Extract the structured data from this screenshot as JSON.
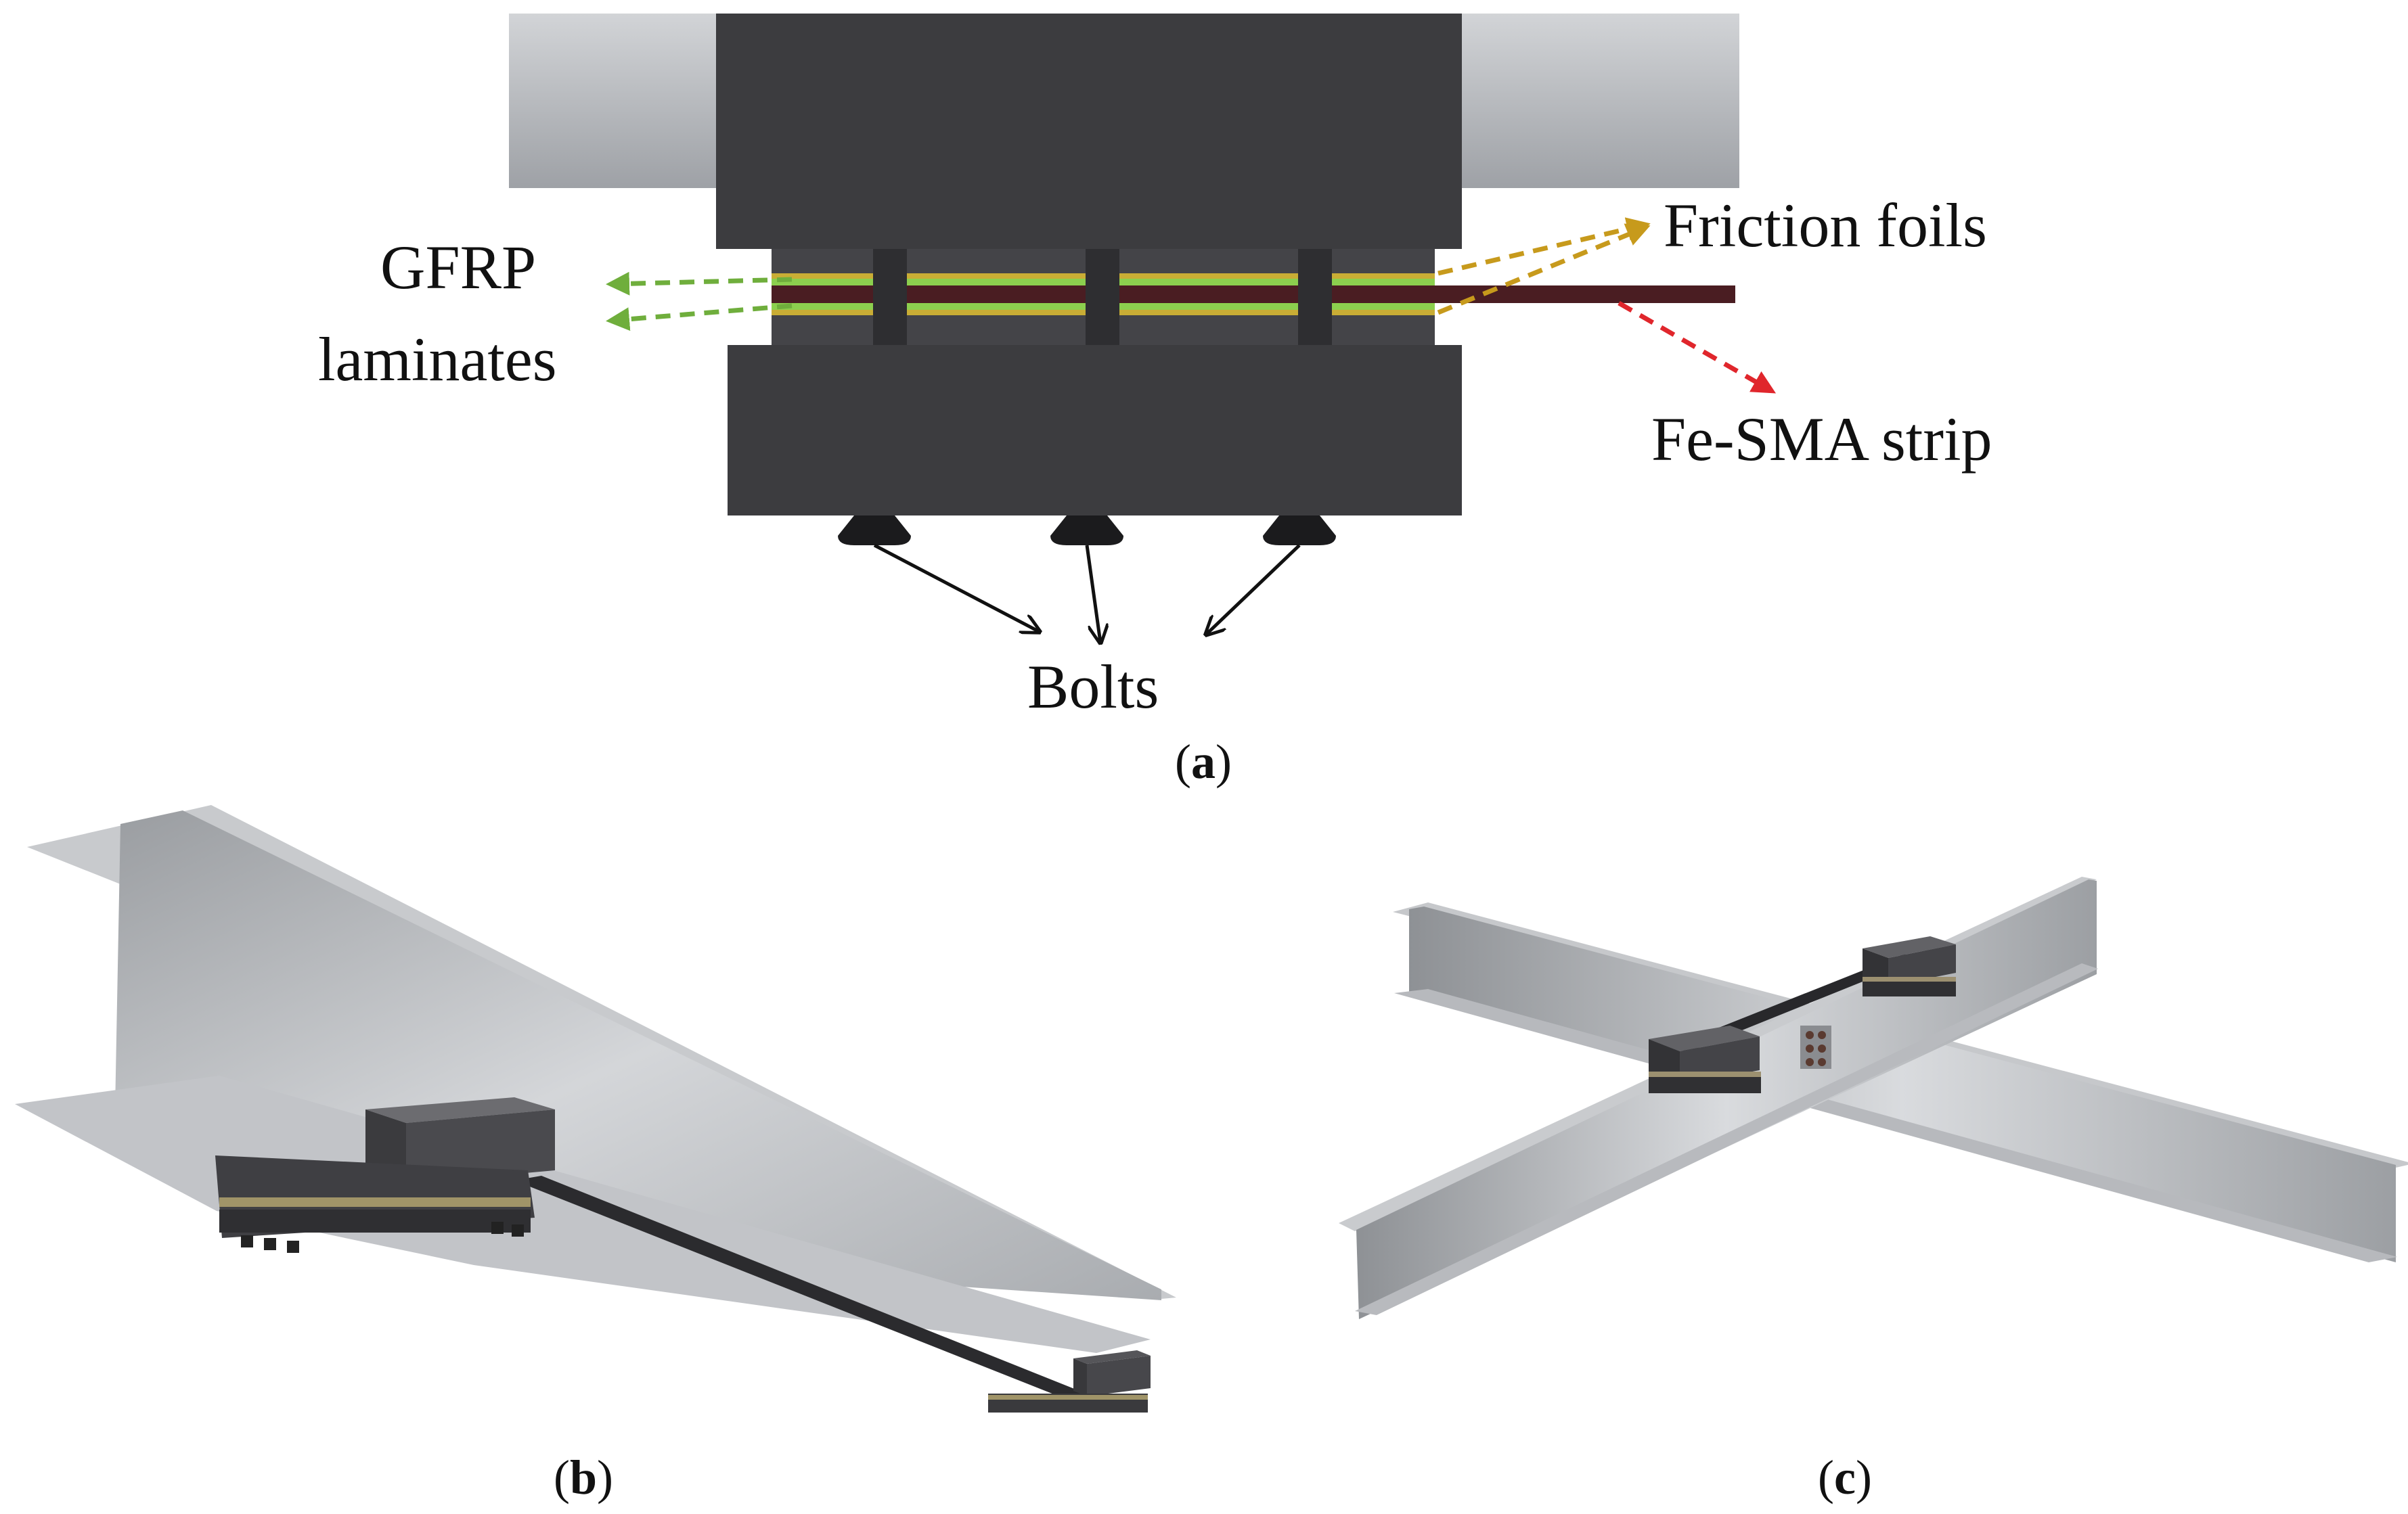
{
  "panel_a": {
    "labels": {
      "friction_foils": "Friction foils",
      "gfrp_line1": "GFRP",
      "gfrp_line2": "laminates",
      "fe_sma_strip": "Fe-SMA strip",
      "bolts": "Bolts"
    },
    "caption": {
      "open": "(",
      "letter": "a",
      "close": ")"
    }
  },
  "panel_b": {
    "caption": {
      "open": "(",
      "letter": "b",
      "close": ")"
    }
  },
  "panel_c": {
    "caption": {
      "open": "(",
      "letter": "c",
      "close": ")"
    }
  },
  "colors": {
    "block": "#3c3c3f",
    "friction_foil": "#c9ad35",
    "gfrp": "#8ccf4e",
    "fe_sma": "#4a1d22",
    "arrow_gfrp": "#6fae3c",
    "arrow_foil": "#c79a1c",
    "arrow_sma": "#e0262c",
    "arrow_bolts": "#111111",
    "steel": "#b9bcc0"
  }
}
